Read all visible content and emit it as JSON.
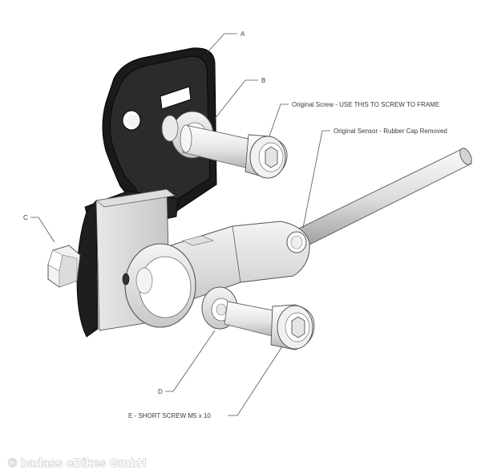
{
  "labels": {
    "a": "A",
    "b": "B",
    "c": "C",
    "d": "D",
    "e": "E - SHORT SCREW M5 x 10",
    "original_screw": "Original Screw - USE THIS TO SCREW TO FRAME",
    "original_sensor": "Original Sensor - Rubber Cap Removed"
  },
  "watermark": "© badass eBikes GmbH",
  "colors": {
    "bracket": "#262626",
    "metal_light": "#eeeeee",
    "metal_mid": "#cfcfcf",
    "outline": "#555555",
    "background": "#ffffff"
  }
}
